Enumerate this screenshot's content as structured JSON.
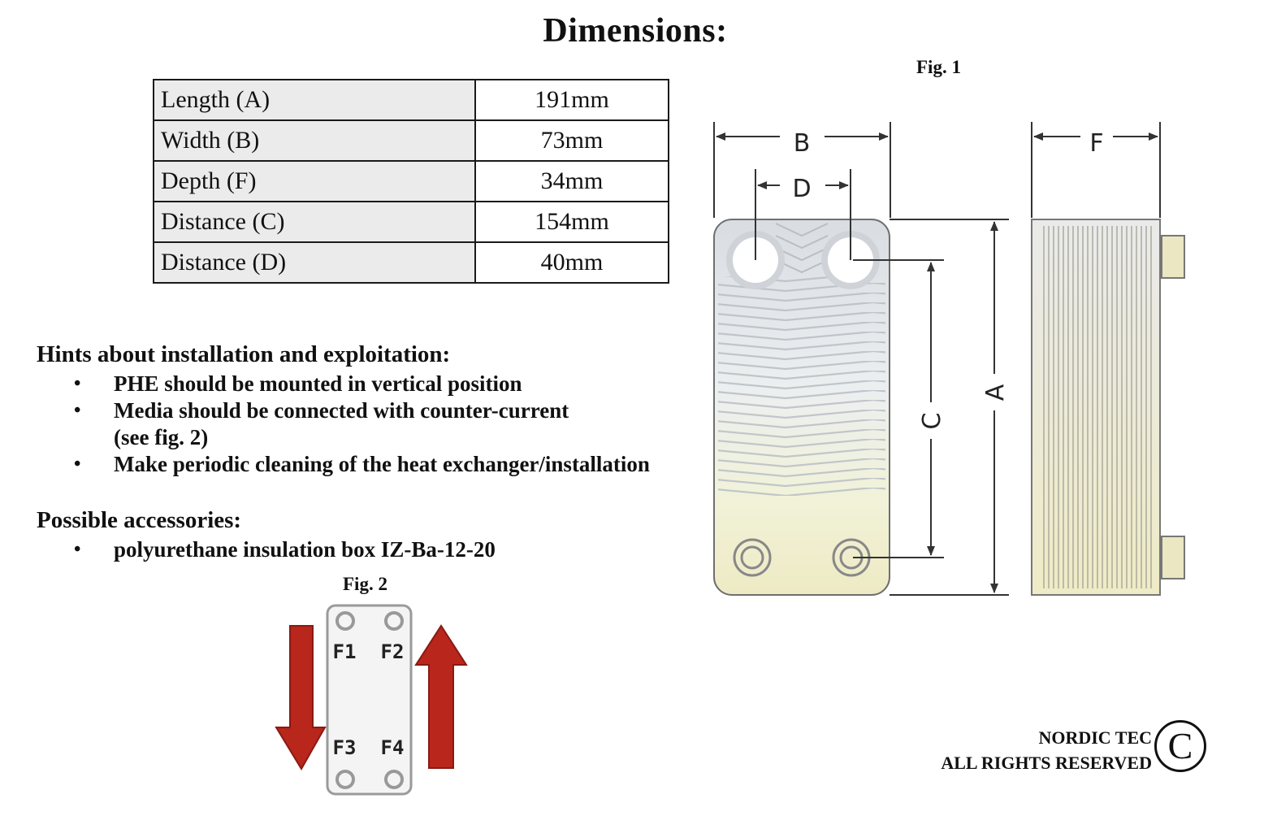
{
  "title": "Dimensions:",
  "dimensions_table": [
    {
      "label": "Length (A)",
      "value": "191mm"
    },
    {
      "label": "Width (B)",
      "value": "73mm"
    },
    {
      "label": "Depth (F)",
      "value": "34mm"
    },
    {
      "label": "Distance (C)",
      "value": "154mm"
    },
    {
      "label": "Distance (D)",
      "value": "40mm"
    }
  ],
  "hints": {
    "title": "Hints about installation and exploitation:",
    "items": [
      "PHE should be mounted in vertical position",
      "Media should be connected with counter-current",
      "(see fig. 2)",
      "Make periodic cleaning of the heat exchanger/installation"
    ]
  },
  "accessories": {
    "title": "Possible accessories:",
    "items": [
      "polyurethane insulation box IZ-Ba-12-20"
    ]
  },
  "fig1": {
    "label": "Fig. 1",
    "dim_labels": {
      "b": "B",
      "d": "D",
      "f": "F",
      "c": "C",
      "a": "A"
    }
  },
  "fig2": {
    "label": "Fig. 2",
    "ports": [
      "F1",
      "F2",
      "F3",
      "F4"
    ],
    "arrow_color": "#b8261c"
  },
  "copyright": {
    "line1": "NORDIC TEC",
    "line2": "ALL RIGHTS RESERVED",
    "symbol": "C"
  }
}
